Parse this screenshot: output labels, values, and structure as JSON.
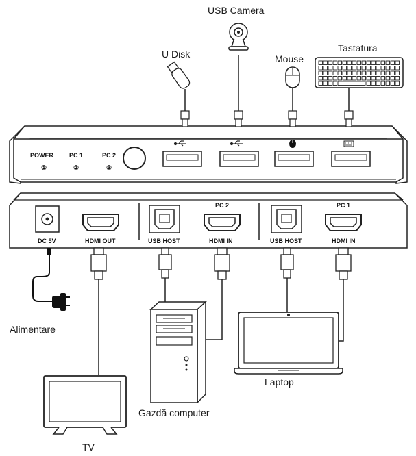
{
  "labels": {
    "usb_camera": "USB Camera",
    "u_disk": "U Disk",
    "mouse": "Mouse",
    "keyboard": "Tastatura",
    "power_adapter": "Alimentare",
    "laptop": "Laptop",
    "host_computer": "Gazdă computer",
    "tv": "TV"
  },
  "front_panel": {
    "power": "POWER",
    "pc1": "PC 1",
    "pc2": "PC 2",
    "power_num": "①",
    "pc1_num": "②",
    "pc2_num": "③"
  },
  "back_panel": {
    "dc": "DC 5V",
    "hdmi_out": "HDMI OUT",
    "usb_host_pc2": "USB HOST",
    "hdmi_in_pc2": "HDMI IN",
    "pc2_group": "PC 2",
    "usb_host_pc1": "USB HOST",
    "hdmi_in_pc1": "HDMI IN",
    "pc1_group": "PC 1"
  },
  "colors": {
    "line": "#222222",
    "fill": "#ffffff",
    "dark": "#111111"
  },
  "icons": [
    "usb-symbol-icon",
    "mouse-symbol-icon",
    "keyboard-symbol-icon",
    "webcam-icon",
    "flash-drive-icon",
    "mouse-icon",
    "keyboard-icon",
    "tv-icon",
    "laptop-icon",
    "desktop-tower-icon",
    "power-adapter-icon"
  ]
}
